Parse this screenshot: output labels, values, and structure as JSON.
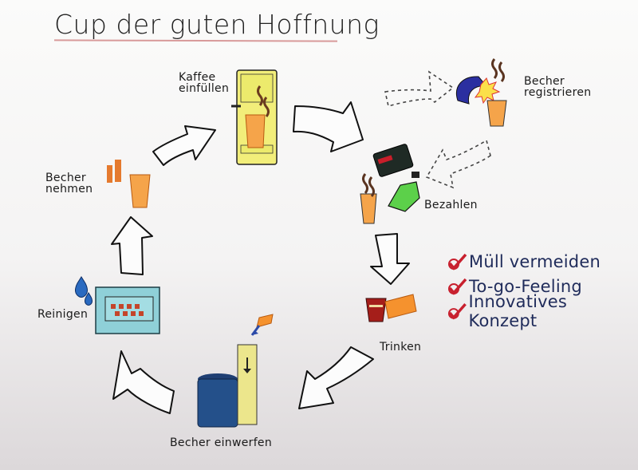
{
  "title": "Cup der guten Hoffnung",
  "steps": [
    {
      "id": "kaffee",
      "label_line1": "Kaffee",
      "label_line2": "einfüllen",
      "icon": "coffee-machine-icon"
    },
    {
      "id": "registrieren",
      "label_line1": "Becher",
      "label_line2": "registrieren",
      "icon": "scanner-cup-icon",
      "arrow_style": "dashed"
    },
    {
      "id": "bezahlen",
      "label_line1": "Bezahlen",
      "label_line2": "",
      "icon": "cash-register-icon",
      "arrow_style": "dashed"
    },
    {
      "id": "trinken",
      "label_line1": "Trinken",
      "label_line2": "",
      "icon": "drinking-cup-icon"
    },
    {
      "id": "einwerfen",
      "label_line1": "Becher einwerfen",
      "label_line2": "",
      "icon": "return-bin-icon"
    },
    {
      "id": "reinigen",
      "label_line1": "Reinigen",
      "label_line2": "",
      "icon": "dishwasher-icon"
    },
    {
      "id": "nehmen",
      "label_line1": "Becher",
      "label_line2": "nehmen",
      "icon": "cup-stack-icon"
    }
  ],
  "benefits": [
    {
      "text": "Müll vermeiden",
      "icon": "checkmark-icon"
    },
    {
      "text": "To-go-Feeling",
      "icon": "checkmark-icon"
    },
    {
      "text": "Innovatives Konzept",
      "icon": "checkmark-icon"
    }
  ],
  "colors": {
    "cup_orange": "#f39a3c",
    "machine_yellow": "#f2ee7a",
    "check_red": "#c8202e",
    "bullet_text": "#1f2b5a",
    "dishwasher_blue": "#8fd0d8",
    "bin_blue": "#24508a",
    "register_green": "#59c64a"
  }
}
